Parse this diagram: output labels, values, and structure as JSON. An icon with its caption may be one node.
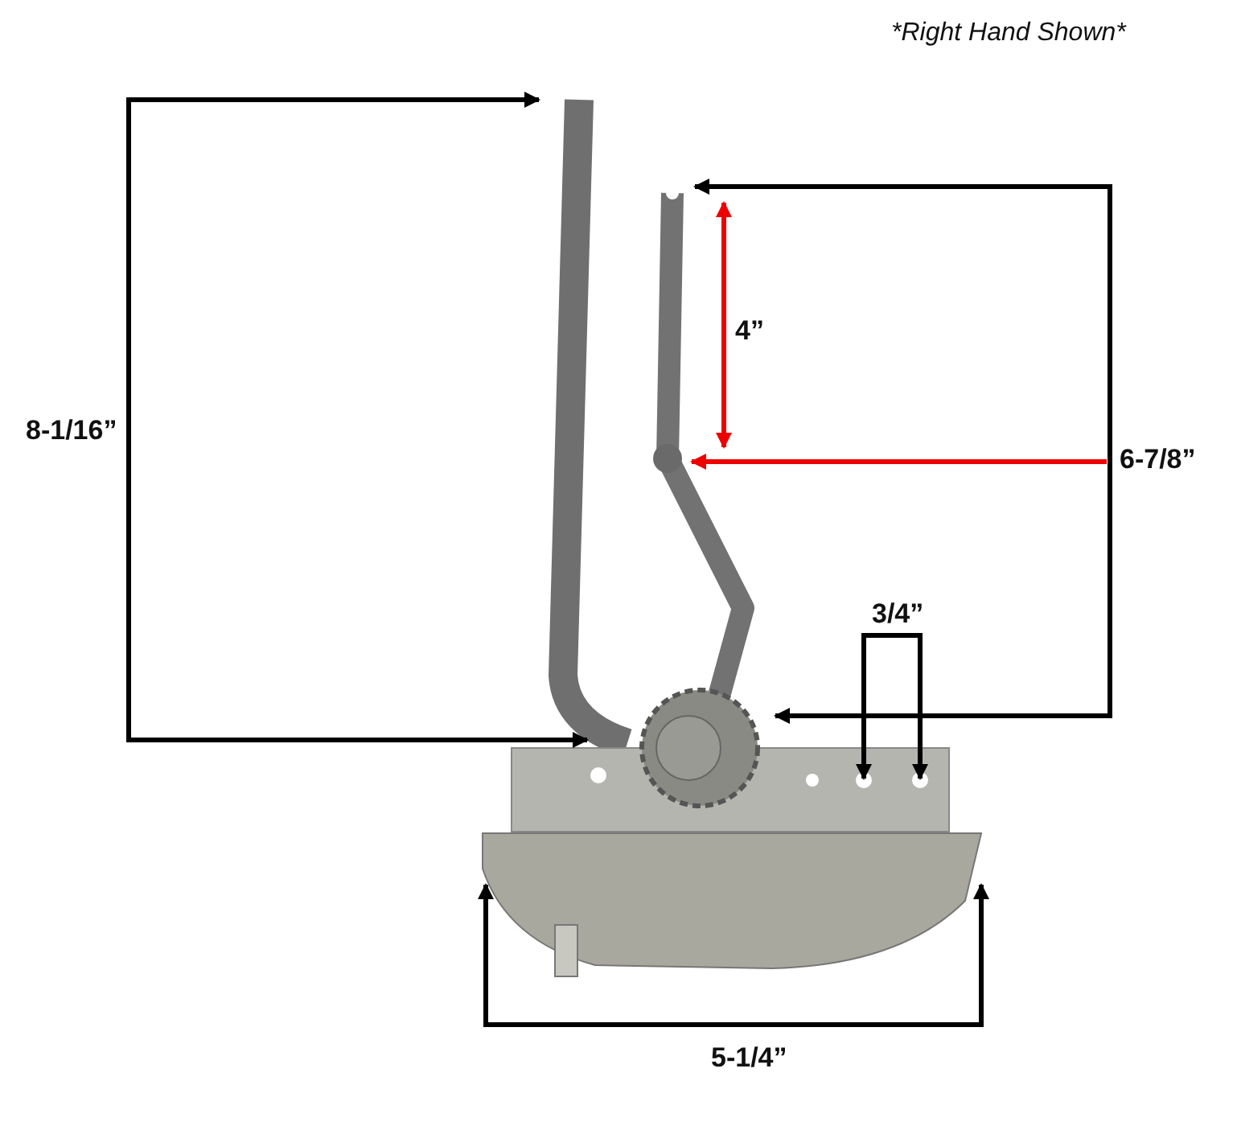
{
  "diagram": {
    "labels": [
      "*Right Hand Shown*",
      "8-1/16”",
      "4”",
      "6-7/8”",
      "3/4”",
      "5-1/4”"
    ]
  }
}
